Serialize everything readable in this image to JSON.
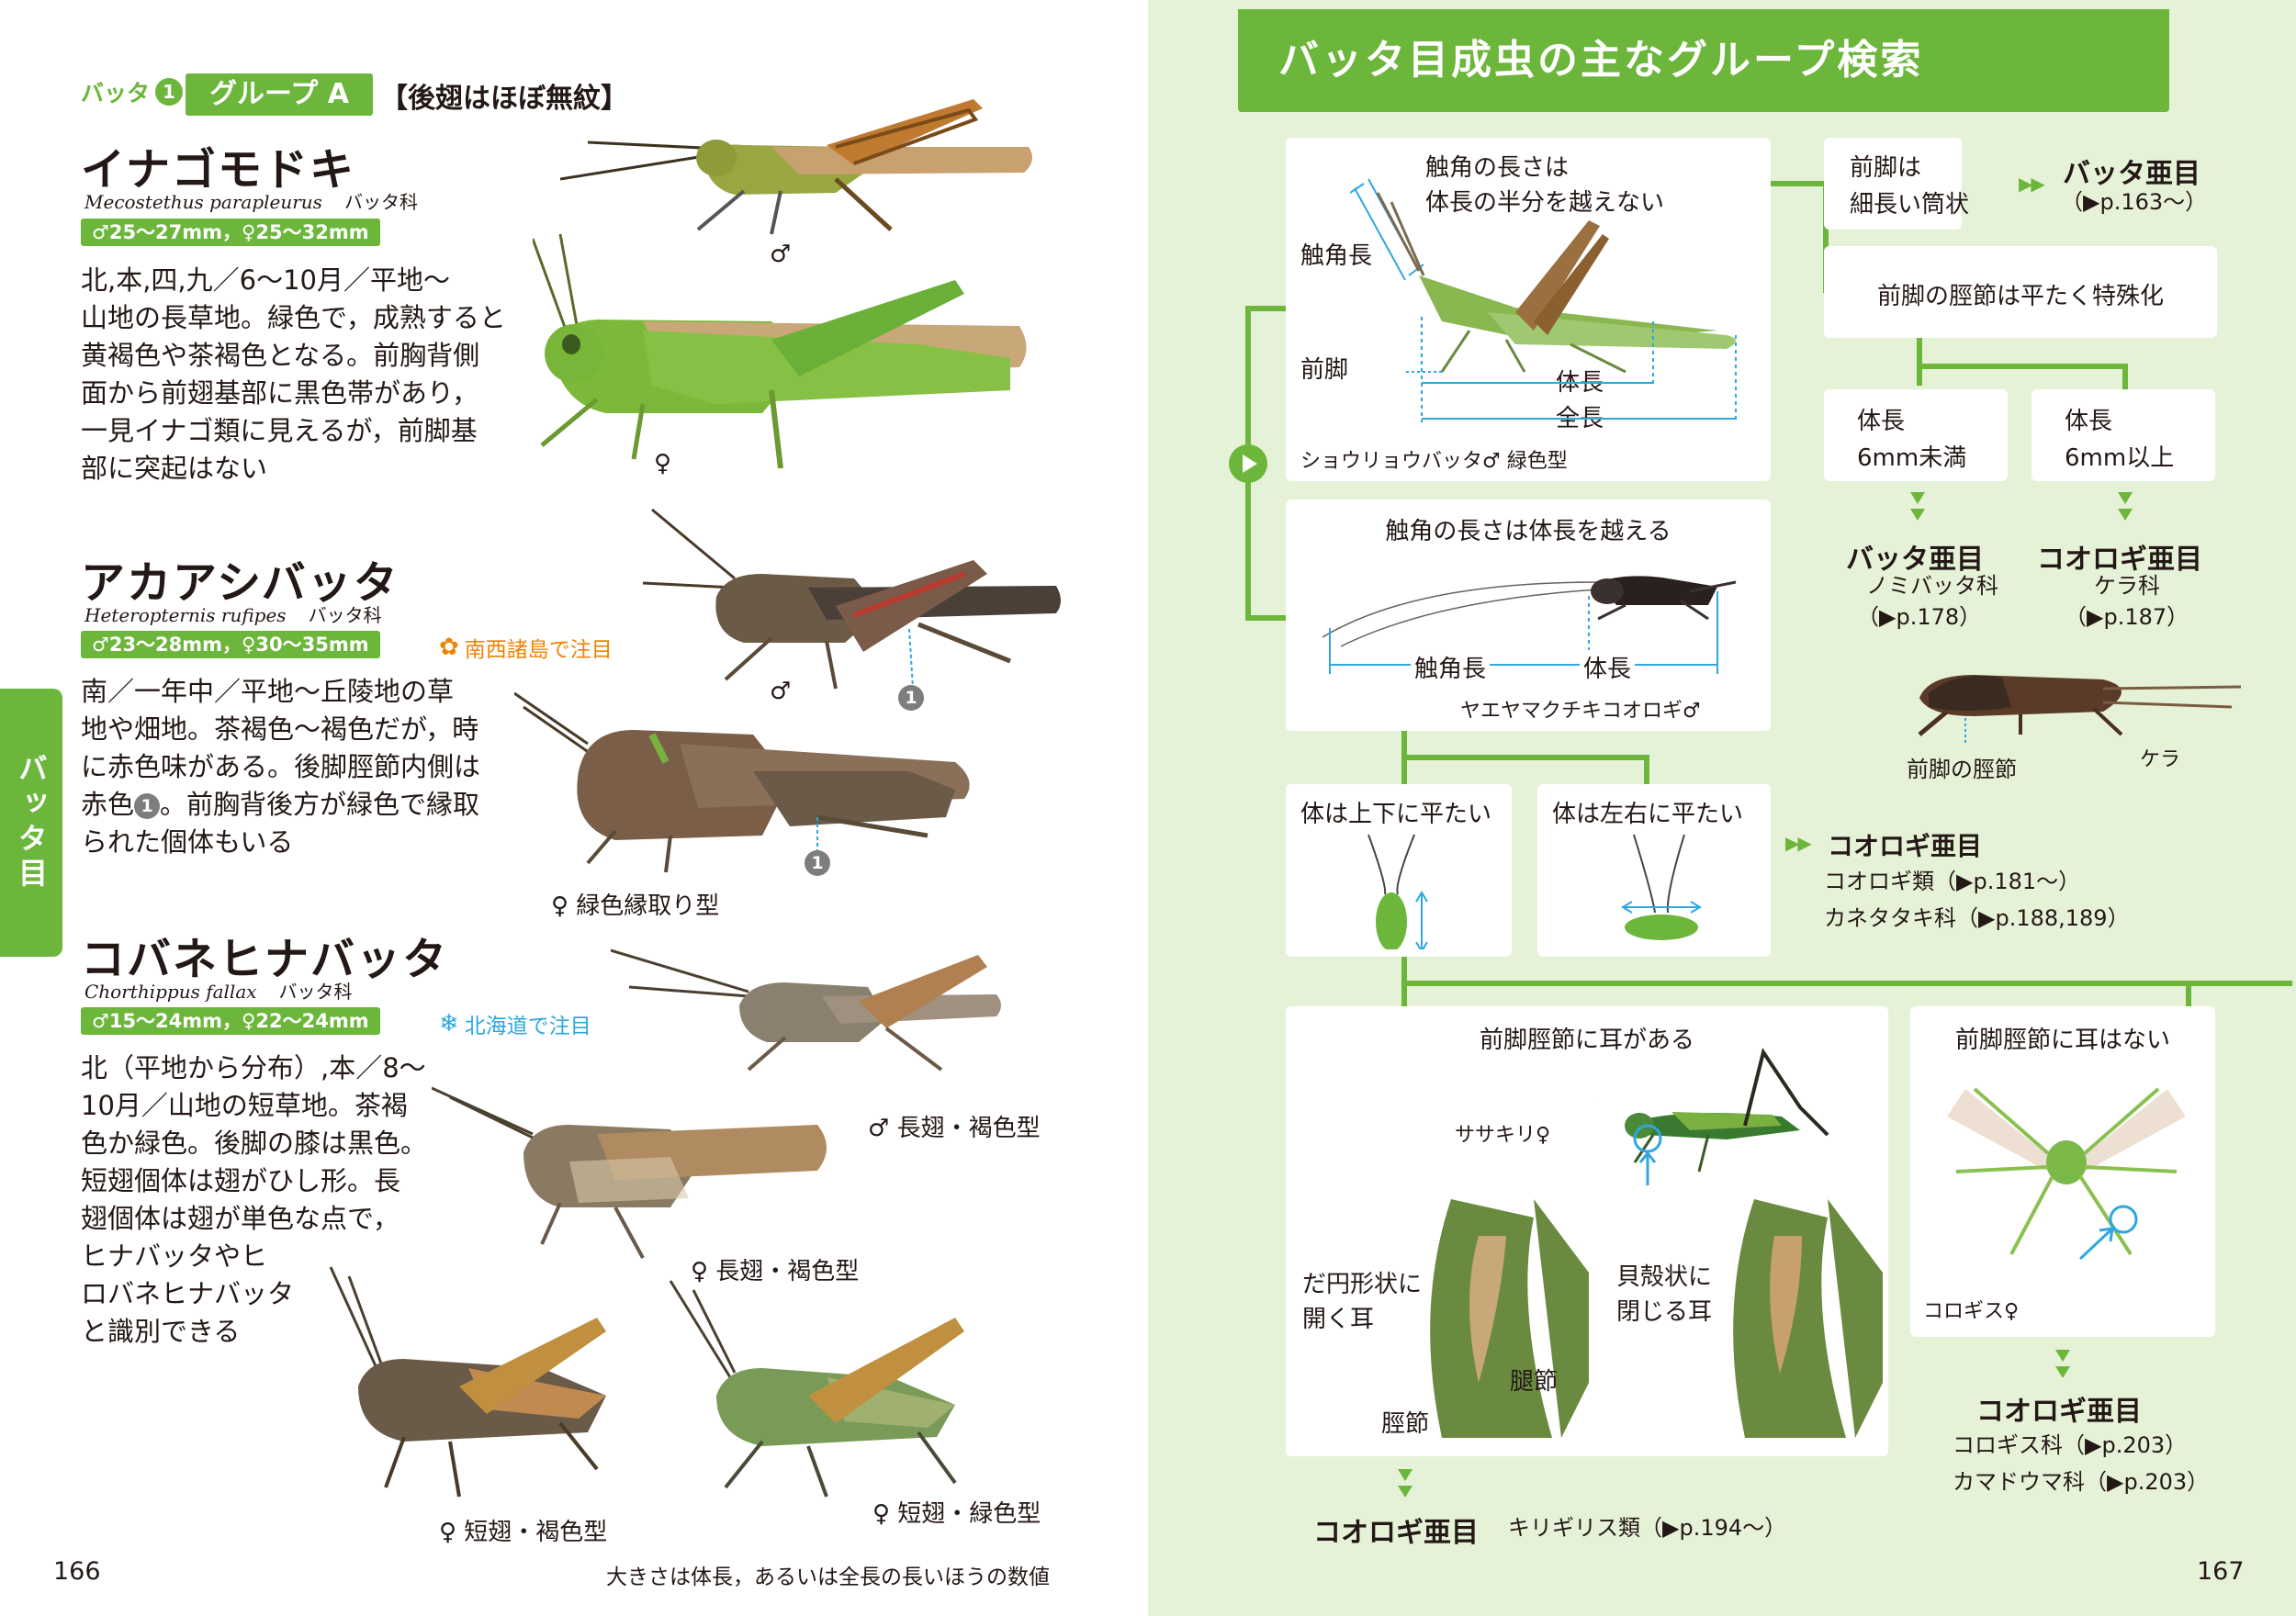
{
  "left": {
    "section": {
      "label": "バッタ",
      "num": "1"
    },
    "group_tag": "グループ A",
    "group_desc": "【後翅はほぼ無紋】",
    "side_tab": "バッタ目",
    "species": [
      {
        "name": "イナゴモドキ",
        "sci": "Mecostethus parapleurus",
        "family": "バッタ科",
        "size": "♂25～27mm，♀25～32mm",
        "text": [
          "北,本,四,九／6～10月／平地～",
          "山地の長草地。緑色で，成熟すると",
          "黄褐色や茶褐色となる。前胸背側",
          "面から前翅基部に黒色帯があり，",
          "一見イナゴ類に見えるが，前脚基",
          "部に突起はない"
        ],
        "labels": [
          "♂",
          "♀"
        ]
      },
      {
        "name": "アカアシバッタ",
        "sci": "Heteropternis rufipes",
        "family": "バッタ科",
        "size": "♂23～28mm，♀30～35mm",
        "note": "南西諸島で注目",
        "text_a": "南／一年中／平地～丘陵地の草",
        "text_b": "地や畑地。茶褐色～褐色だが，時",
        "text_c": "に赤色味がある。後脚脛節内側は",
        "text_d1": "赤色",
        "text_d2": "。前胸背後方が緑色で縁取",
        "text_e": "られた個体もいる",
        "circle": "1",
        "labels": [
          "♂",
          "♀ 緑色縁取り型"
        ]
      },
      {
        "name": "コバネヒナバッタ",
        "sci": "Chorthippus fallax",
        "family": "バッタ科",
        "size": "♂15～24mm，♀22～24mm",
        "note": "北海道で注目",
        "text": [
          "北（平地から分布）,本／8～",
          "10月／山地の短草地。茶褐",
          "色か緑色。後脚の膝は黒色。",
          "短翅個体は翅がひし形。長",
          "翅個体は翅が単色な点で，",
          "ヒナバッタやヒ",
          "ロバネヒナバッタ",
          "と識別できる"
        ],
        "labels": [
          "♂ 長翅・褐色型",
          "♀ 長翅・褐色型",
          "♀ 短翅・褐色型",
          "♀ 短翅・緑色型"
        ]
      }
    ],
    "page_num": "166",
    "footer": "大きさは体長，あるいは全長の長いほうの数値"
  },
  "right": {
    "title": "バッタ目成虫の主なグループ検索",
    "box1": {
      "q1": "触角の長さは",
      "q2": "体長の半分を越えない",
      "antenna": "触角長",
      "foreleg": "前脚",
      "body": "体長",
      "total": "全長",
      "caption": "ショウリョウバッタ♂ 緑色型"
    },
    "box_front_tube": {
      "l1": "前脚は",
      "l2": "細長い筒状"
    },
    "res_batta1": {
      "name": "バッタ亜目",
      "ref": "（▶p.163～）",
      "arrow": "▶▶"
    },
    "box_flat": "前脚の脛節は平たく特殊化",
    "box_small": {
      "l1": "体長",
      "l2": "6mm未満"
    },
    "box_large": {
      "l1": "体長",
      "l2": "6mm以上"
    },
    "res_batta2": {
      "name": "バッタ亜目",
      "fam": "ノミバッタ科",
      "ref": "（▶p.178）"
    },
    "res_koorogi1": {
      "name": "コオロギ亜目",
      "fam": "ケラ科",
      "ref": "（▶p.187）"
    },
    "kera": {
      "leg": "前脚の脛節",
      "name": "ケラ"
    },
    "box2": {
      "q": "触角の長さは体長を越える",
      "antenna": "触角長",
      "body": "体長",
      "caption": "ヤエヤマクチキコオロギ♂"
    },
    "box_vertical": "体は上下に平たい",
    "box_horizontal": "体は左右に平たい",
    "res_koorogi2": {
      "name": "コオロギ亜目",
      "fam1": "コオロギ類（▶p.181～）",
      "fam2": "カネタタキ科（▶p.188,189）",
      "arrow": "▶▶"
    },
    "box_ear": {
      "q": "前脚脛節に耳がある",
      "caption": "ササキリ♀",
      "oval1": "だ円形状に",
      "oval2": "開く耳",
      "shell1": "貝殻状に",
      "shell2": "閉じる耳",
      "femur": "腿節",
      "tibia": "脛節"
    },
    "box_noear": {
      "q": "前脚脛節に耳はない",
      "caption": "コロギス♀"
    },
    "res_koorogi3": {
      "name": "コオロギ亜目",
      "fam1": "コロギス科（▶p.203）",
      "fam2": "カマドウマ科（▶p.203）"
    },
    "res_koorogi4": {
      "name": "コオロギ亜目",
      "fam": "キリギリス類（▶p.194～）"
    },
    "page_num": "167"
  }
}
